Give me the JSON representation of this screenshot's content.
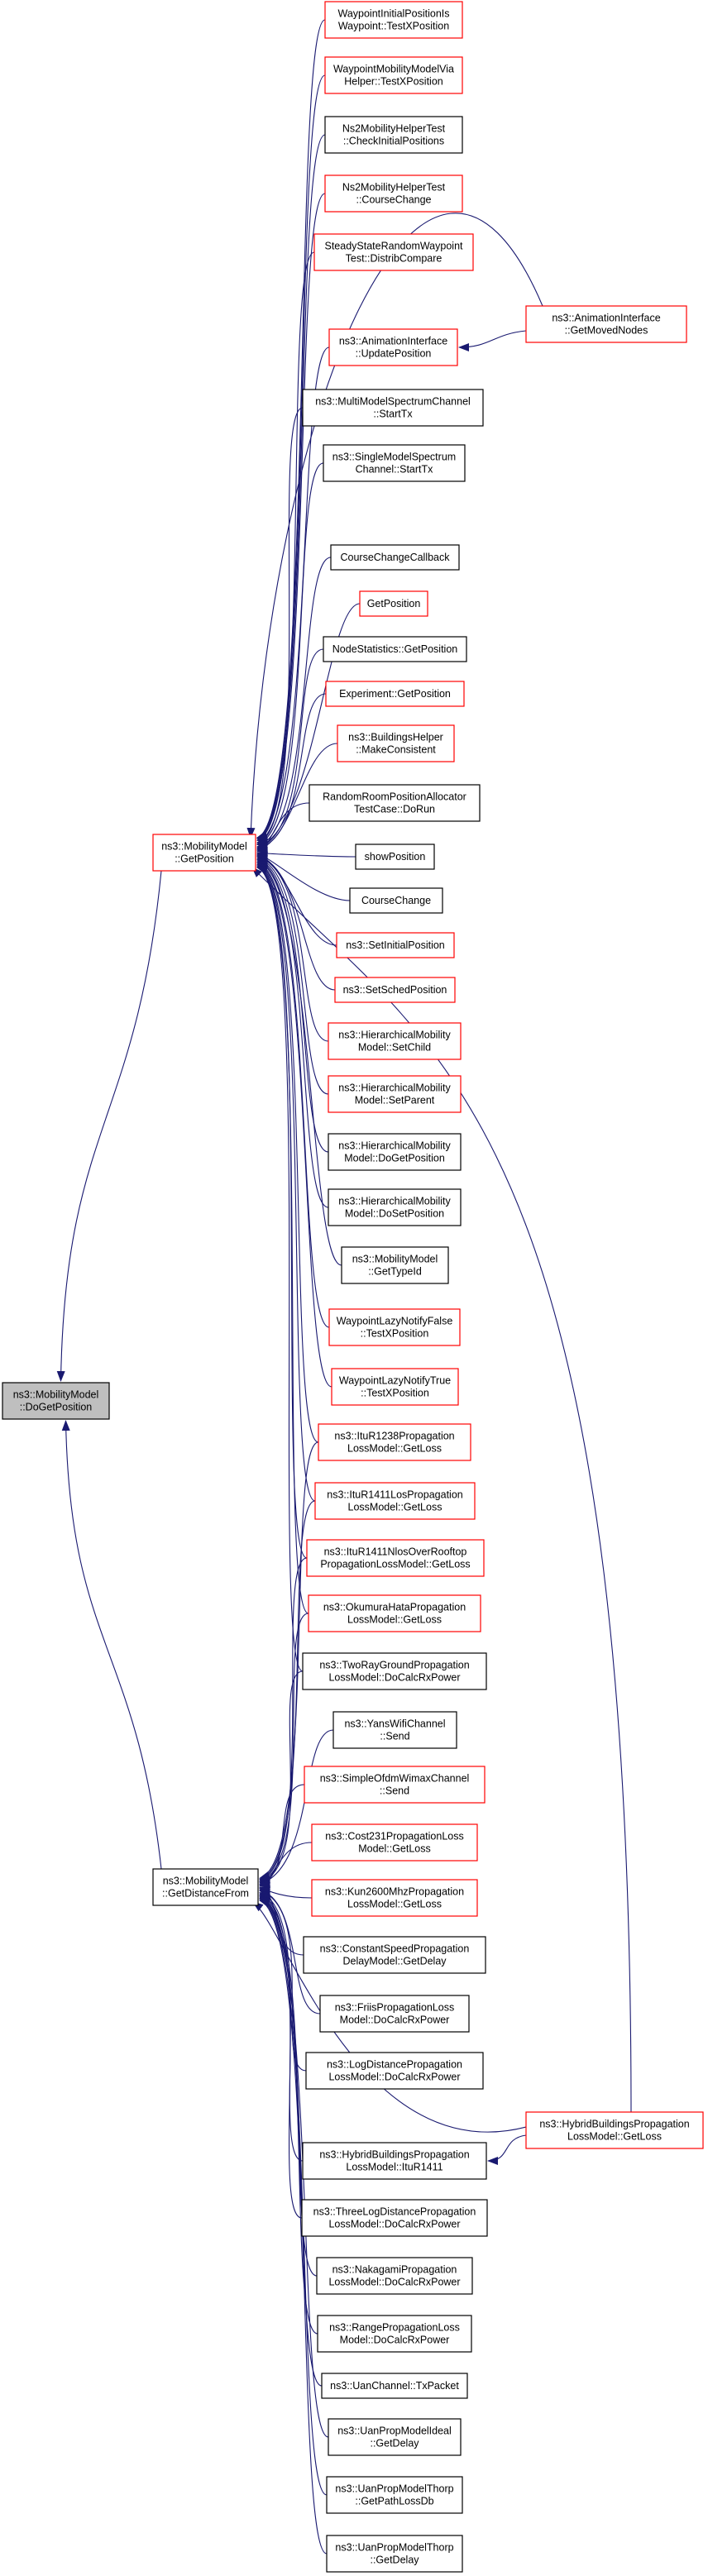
{
  "colors": {
    "edge": "#191970",
    "border_red": "#ff0000",
    "border_black": "#000000",
    "root_fill": "#bfbfbf",
    "node_fill": "#ffffff"
  },
  "nodes": [
    {
      "id": "doget",
      "lines": [
        "ns3::MobilityModel",
        "::DoGetPosition"
      ],
      "border": "black",
      "root": true
    },
    {
      "id": "getpos",
      "lines": [
        "ns3::MobilityModel",
        "::GetPosition"
      ],
      "border": "red"
    },
    {
      "id": "getdist",
      "lines": [
        "ns3::MobilityModel",
        "::GetDistanceFrom"
      ],
      "border": "black"
    },
    {
      "id": "wp_initpos",
      "lines": [
        "WaypointInitialPositionIs",
        "Waypoint::TestXPosition"
      ],
      "border": "red"
    },
    {
      "id": "wp_helper",
      "lines": [
        "WaypointMobilityModelVia",
        "Helper::TestXPosition"
      ],
      "border": "red"
    },
    {
      "id": "ns2_check",
      "lines": [
        "Ns2MobilityHelperTest",
        "::CheckInitialPositions"
      ],
      "border": "black"
    },
    {
      "id": "ns2_course",
      "lines": [
        "Ns2MobilityHelperTest",
        "::CourseChange"
      ],
      "border": "red"
    },
    {
      "id": "steady",
      "lines": [
        "SteadyStateRandomWaypoint",
        "Test::DistribCompare"
      ],
      "border": "red"
    },
    {
      "id": "anim_update",
      "lines": [
        "ns3::AnimationInterface",
        "::UpdatePosition"
      ],
      "border": "red"
    },
    {
      "id": "anim_moved",
      "lines": [
        "ns3::AnimationInterface",
        "::GetMovedNodes"
      ],
      "border": "red"
    },
    {
      "id": "multimodel",
      "lines": [
        "ns3::MultiModelSpectrumChannel",
        "::StartTx"
      ],
      "border": "black"
    },
    {
      "id": "singlemodel",
      "lines": [
        "ns3::SingleModelSpectrum",
        "Channel::StartTx"
      ],
      "border": "black"
    },
    {
      "id": "ccb",
      "lines": [
        "CourseChangeCallback"
      ],
      "border": "black"
    },
    {
      "id": "getposition",
      "lines": [
        "GetPosition"
      ],
      "border": "red"
    },
    {
      "id": "nodestats",
      "lines": [
        "NodeStatistics::GetPosition"
      ],
      "border": "black"
    },
    {
      "id": "experiment",
      "lines": [
        "Experiment::GetPosition"
      ],
      "border": "red"
    },
    {
      "id": "bhelper",
      "lines": [
        "ns3::BuildingsHelper",
        "::MakeConsistent"
      ],
      "border": "red"
    },
    {
      "id": "randomroom",
      "lines": [
        "RandomRoomPositionAllocator",
        "TestCase::DoRun"
      ],
      "border": "black"
    },
    {
      "id": "showpos",
      "lines": [
        "showPosition"
      ],
      "border": "black"
    },
    {
      "id": "coursechange",
      "lines": [
        "CourseChange"
      ],
      "border": "black"
    },
    {
      "id": "setinit",
      "lines": [
        "ns3::SetInitialPosition"
      ],
      "border": "red"
    },
    {
      "id": "setsched",
      "lines": [
        "ns3::SetSchedPosition"
      ],
      "border": "red"
    },
    {
      "id": "hier_setchild",
      "lines": [
        "ns3::HierarchicalMobility",
        "Model::SetChild"
      ],
      "border": "red"
    },
    {
      "id": "hier_setparent",
      "lines": [
        "ns3::HierarchicalMobility",
        "Model::SetParent"
      ],
      "border": "red"
    },
    {
      "id": "hier_doget",
      "lines": [
        "ns3::HierarchicalMobility",
        "Model::DoGetPosition"
      ],
      "border": "black"
    },
    {
      "id": "hier_doset",
      "lines": [
        "ns3::HierarchicalMobility",
        "Model::DoSetPosition"
      ],
      "border": "black"
    },
    {
      "id": "mm_typeid",
      "lines": [
        "ns3::MobilityModel",
        "::GetTypeId"
      ],
      "border": "black"
    },
    {
      "id": "wp_lazyfalse",
      "lines": [
        "WaypointLazyNotifyFalse",
        "::TestXPosition"
      ],
      "border": "red"
    },
    {
      "id": "wp_lazytrue",
      "lines": [
        "WaypointLazyNotifyTrue",
        "::TestXPosition"
      ],
      "border": "red"
    },
    {
      "id": "itu1238",
      "lines": [
        "ns3::ItuR1238Propagation",
        "LossModel::GetLoss"
      ],
      "border": "red"
    },
    {
      "id": "itu1411los",
      "lines": [
        "ns3::ItuR1411LosPropagation",
        "LossModel::GetLoss"
      ],
      "border": "red"
    },
    {
      "id": "itu1411nlos",
      "lines": [
        "ns3::ItuR1411NlosOverRooftop",
        "PropagationLossModel::GetLoss"
      ],
      "border": "red"
    },
    {
      "id": "okumura",
      "lines": [
        "ns3::OkumuraHataPropagation",
        "LossModel::GetLoss"
      ],
      "border": "red"
    },
    {
      "id": "tworay",
      "lines": [
        "ns3::TwoRayGroundPropagation",
        "LossModel::DoCalcRxPower"
      ],
      "border": "black"
    },
    {
      "id": "yans",
      "lines": [
        "ns3::YansWifiChannel",
        "::Send"
      ],
      "border": "black"
    },
    {
      "id": "simpleofdm",
      "lines": [
        "ns3::SimpleOfdmWimaxChannel",
        "::Send"
      ],
      "border": "red"
    },
    {
      "id": "cost231",
      "lines": [
        "ns3::Cost231PropagationLoss",
        "Model::GetLoss"
      ],
      "border": "red"
    },
    {
      "id": "kun2600",
      "lines": [
        "ns3::Kun2600MhzPropagation",
        "LossModel::GetLoss"
      ],
      "border": "red"
    },
    {
      "id": "constspeed",
      "lines": [
        "ns3::ConstantSpeedPropagation",
        "DelayModel::GetDelay"
      ],
      "border": "black"
    },
    {
      "id": "friis",
      "lines": [
        "ns3::FriisPropagationLoss",
        "Model::DoCalcRxPower"
      ],
      "border": "black"
    },
    {
      "id": "logdist",
      "lines": [
        "ns3::LogDistancePropagation",
        "LossModel::DoCalcRxPower"
      ],
      "border": "black"
    },
    {
      "id": "hybrid_getloss",
      "lines": [
        "ns3::HybridBuildingsPropagation",
        "LossModel::GetLoss"
      ],
      "border": "red"
    },
    {
      "id": "hybrid_itu",
      "lines": [
        "ns3::HybridBuildingsPropagation",
        "LossModel::ItuR1411"
      ],
      "border": "black"
    },
    {
      "id": "threelog",
      "lines": [
        "ns3::ThreeLogDistancePropagation",
        "LossModel::DoCalcRxPower"
      ],
      "border": "black"
    },
    {
      "id": "nakagami",
      "lines": [
        "ns3::NakagamiPropagation",
        "LossModel::DoCalcRxPower"
      ],
      "border": "black"
    },
    {
      "id": "range",
      "lines": [
        "ns3::RangePropagationLoss",
        "Model::DoCalcRxPower"
      ],
      "border": "black"
    },
    {
      "id": "uantx",
      "lines": [
        "ns3::UanChannel::TxPacket"
      ],
      "border": "black"
    },
    {
      "id": "uanideal",
      "lines": [
        "ns3::UanPropModelIdeal",
        "::GetDelay"
      ],
      "border": "black"
    },
    {
      "id": "uanthorp_loss",
      "lines": [
        "ns3::UanPropModelThorp",
        "::GetPathLossDb"
      ],
      "border": "black"
    },
    {
      "id": "uanthorp_delay",
      "lines": [
        "ns3::UanPropModelThorp",
        "::GetDelay"
      ],
      "border": "black"
    }
  ],
  "edges": [
    [
      "getpos",
      "doget"
    ],
    [
      "getdist",
      "doget"
    ],
    [
      "wp_initpos",
      "getpos"
    ],
    [
      "wp_helper",
      "getpos"
    ],
    [
      "ns2_check",
      "getpos"
    ],
    [
      "ns2_course",
      "getpos"
    ],
    [
      "steady",
      "getpos"
    ],
    [
      "anim_update",
      "getpos"
    ],
    [
      "anim_moved",
      "getpos"
    ],
    [
      "anim_moved",
      "anim_update"
    ],
    [
      "multimodel",
      "getpos"
    ],
    [
      "singlemodel",
      "getpos"
    ],
    [
      "hybrid_getloss",
      "getpos"
    ],
    [
      "ccb",
      "getpos"
    ],
    [
      "getposition",
      "getpos"
    ],
    [
      "nodestats",
      "getpos"
    ],
    [
      "experiment",
      "getpos"
    ],
    [
      "bhelper",
      "getpos"
    ],
    [
      "randomroom",
      "getpos"
    ],
    [
      "showpos",
      "getpos"
    ],
    [
      "coursechange",
      "getpos"
    ],
    [
      "setinit",
      "getpos"
    ],
    [
      "setsched",
      "getpos"
    ],
    [
      "hier_setchild",
      "getpos"
    ],
    [
      "hier_setparent",
      "getpos"
    ],
    [
      "hier_doget",
      "getpos"
    ],
    [
      "hier_doset",
      "getpos"
    ],
    [
      "mm_typeid",
      "getpos"
    ],
    [
      "wp_lazyfalse",
      "getpos"
    ],
    [
      "wp_lazytrue",
      "getpos"
    ],
    [
      "itu1238",
      "getpos"
    ],
    [
      "itu1411los",
      "getpos"
    ],
    [
      "itu1411nlos",
      "getpos"
    ],
    [
      "okumura",
      "getpos"
    ],
    [
      "tworay",
      "getpos"
    ],
    [
      "itu1238",
      "getdist"
    ],
    [
      "itu1411los",
      "getdist"
    ],
    [
      "itu1411nlos",
      "getdist"
    ],
    [
      "okumura",
      "getdist"
    ],
    [
      "tworay",
      "getdist"
    ],
    [
      "yans",
      "getdist"
    ],
    [
      "simpleofdm",
      "getdist"
    ],
    [
      "cost231",
      "getdist"
    ],
    [
      "kun2600",
      "getdist"
    ],
    [
      "constspeed",
      "getdist"
    ],
    [
      "friis",
      "getdist"
    ],
    [
      "logdist",
      "getdist"
    ],
    [
      "hybrid_getloss",
      "getdist"
    ],
    [
      "hybrid_getloss",
      "hybrid_itu"
    ],
    [
      "hybrid_itu",
      "getdist"
    ],
    [
      "threelog",
      "getdist"
    ],
    [
      "nakagami",
      "getdist"
    ],
    [
      "range",
      "getdist"
    ],
    [
      "uantx",
      "getdist"
    ],
    [
      "uanideal",
      "getdist"
    ],
    [
      "uanthorp_loss",
      "getdist"
    ],
    [
      "uanthorp_delay",
      "getdist"
    ]
  ]
}
